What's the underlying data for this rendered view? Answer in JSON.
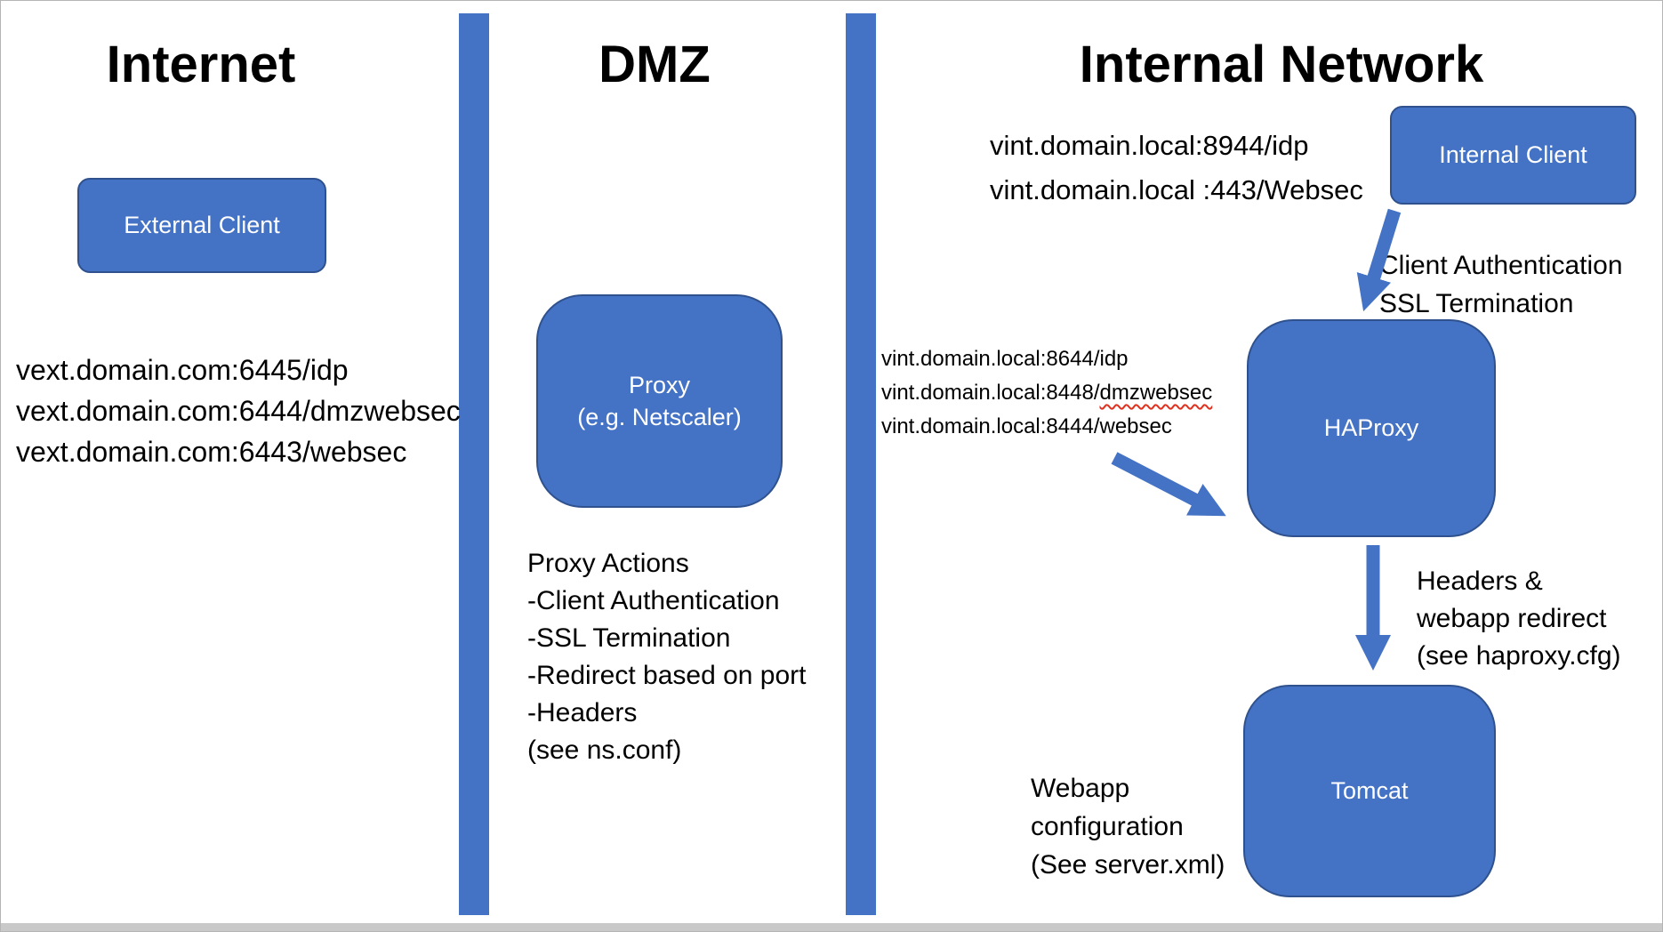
{
  "zones": {
    "internet": {
      "title": "Internet",
      "external_client_label": "External Client",
      "endpoints": [
        "vext.domain.com:6445/idp",
        "vext.domain.com:6444/dmzwebsec",
        "vext.domain.com:6443/websec"
      ]
    },
    "dmz": {
      "title": "DMZ",
      "proxy_label": "Proxy\n(e.g. Netscaler)",
      "proxy_actions": [
        "Proxy Actions",
        "-Client Authentication",
        "-SSL Termination",
        "-Redirect based on port",
        "-Headers",
        "(see ns.conf)"
      ]
    },
    "internal_network": {
      "title": "Internal Network",
      "client_endpoints": [
        "vint.domain.local:8944/idp",
        "vint.domain.local :443/Websec"
      ],
      "internal_client_label": "Internal Client",
      "client_auth_note": "Client Authentication\nSSL Termination",
      "haproxy_label": "HAProxy",
      "haproxy_endpoints": {
        "line1": "vint.domain.local:8644/idp",
        "line2_prefix": "vint.domain.local:8448/",
        "line2_misspelled": "dmzwebsec",
        "line3": "vint.domain.local:8444/websec"
      },
      "headers_note": "Headers &\nwebapp redirect\n(see haproxy.cfg)",
      "tomcat_label": "Tomcat",
      "webapp_note": "Webapp\nconfiguration\n(See server.xml)"
    }
  },
  "colors": {
    "node_fill": "#4472C4",
    "node_border": "#2F528F",
    "arrow_color": "#4472C4",
    "divider_color": "#4472C4",
    "misspell_underline": "#E0301E"
  }
}
